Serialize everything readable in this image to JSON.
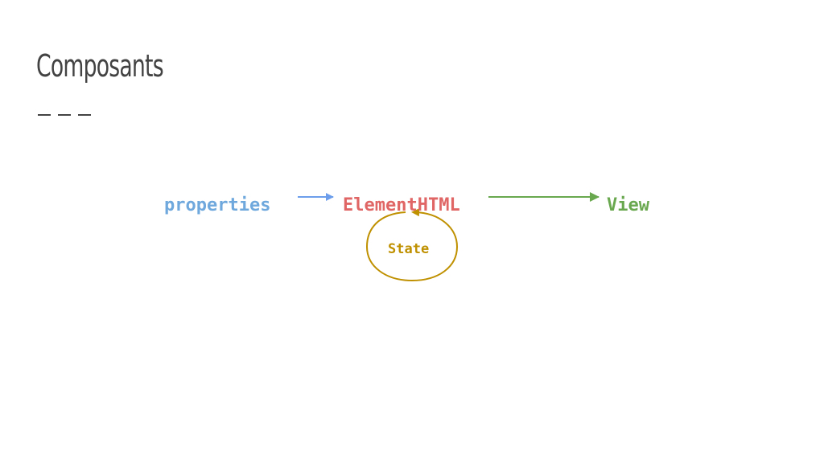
{
  "slide": {
    "title": "Composants"
  },
  "diagram": {
    "nodes": {
      "properties": "properties",
      "element": "ElementHTML",
      "view": "View",
      "state": "State"
    },
    "colors": {
      "properties": "#6fa8dc",
      "element": "#e06666",
      "view": "#6aa84f",
      "state": "#bf9000",
      "arrow_props": "#6d9eeb",
      "arrow_view": "#6aa84f",
      "state_loop": "#bf9000",
      "title": "#434343"
    }
  }
}
